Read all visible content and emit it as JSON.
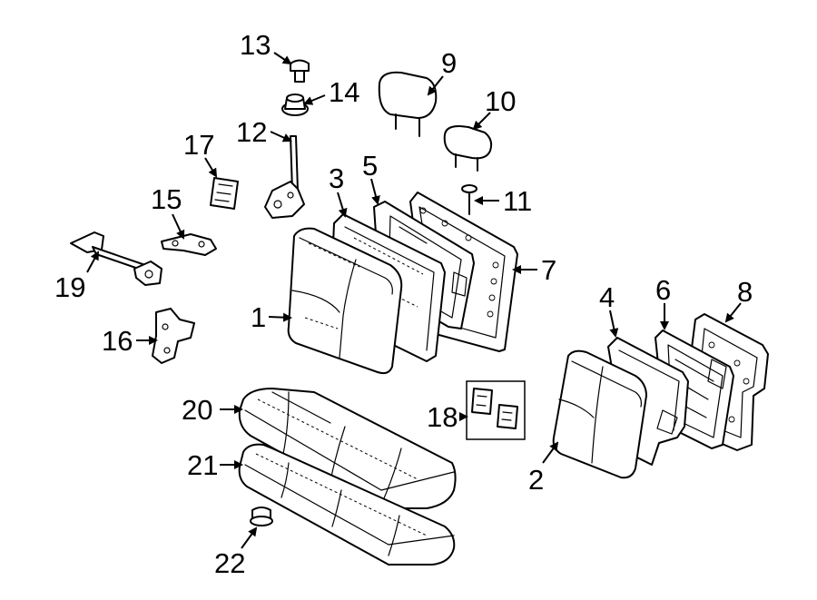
{
  "diagram": {
    "callouts": [
      "1",
      "2",
      "3",
      "4",
      "5",
      "6",
      "7",
      "8",
      "9",
      "10",
      "11",
      "12",
      "13",
      "14",
      "15",
      "16",
      "17",
      "18",
      "19",
      "20",
      "21",
      "22"
    ]
  },
  "colors": {
    "line": "#000000",
    "background": "#ffffff"
  }
}
